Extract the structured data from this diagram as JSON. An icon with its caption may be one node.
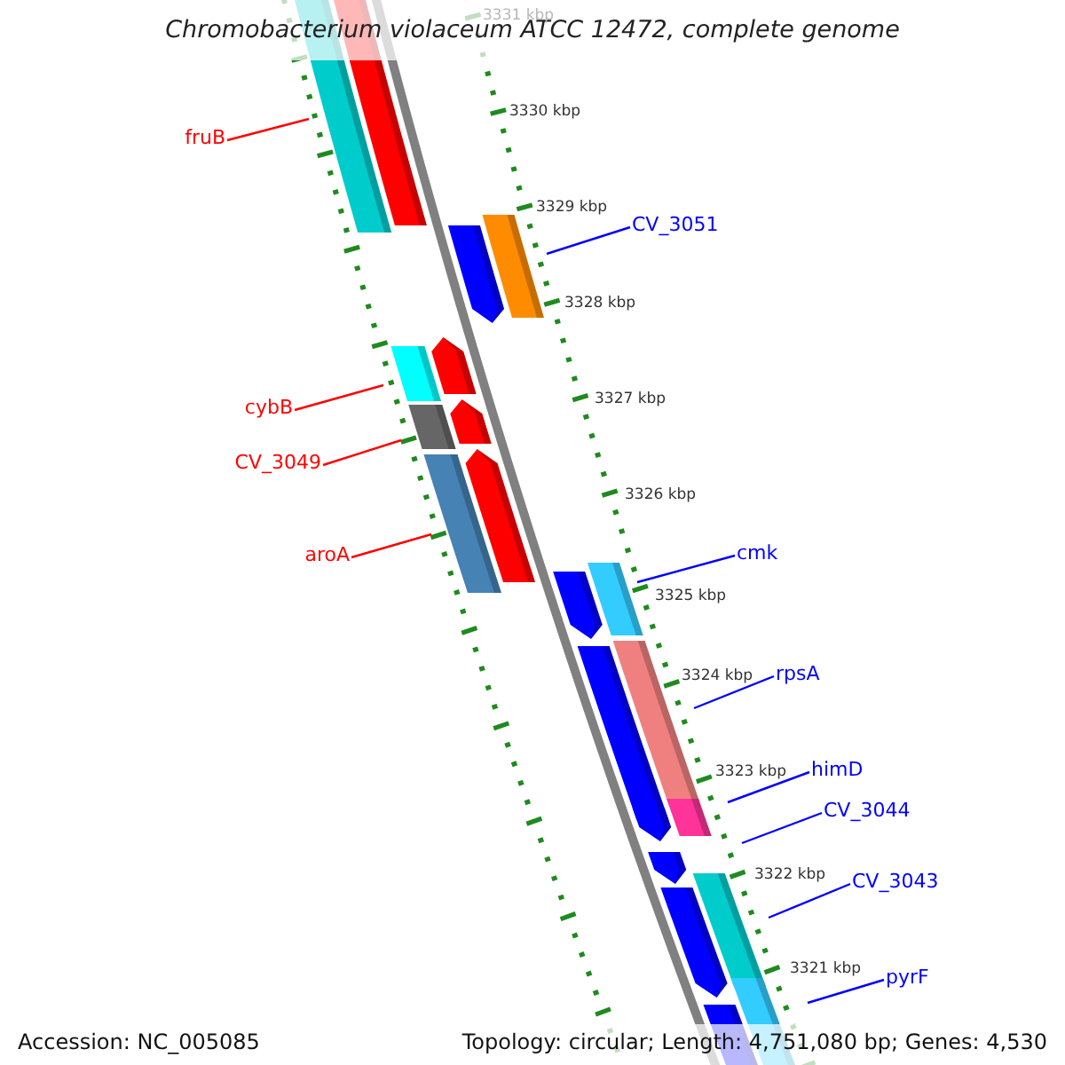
{
  "diagram": {
    "title": "Chromobacterium violaceum ATCC 12472, complete genome",
    "nodes": [
      {
        "text": [
          "fruB"
        ]
      },
      {
        "text": [
          "CV_3051"
        ]
      },
      {
        "text": [
          "cybB"
        ]
      },
      {
        "text": [
          "CV_3049"
        ]
      },
      {
        "text": [
          "cmk"
        ]
      },
      {
        "text": [
          "aroA"
        ]
      },
      {
        "text": [
          "rpsA"
        ]
      },
      {
        "text": [
          "himD"
        ]
      },
      {
        "text": [
          "CV_3044"
        ]
      },
      {
        "text": [
          "CV_3043"
        ]
      },
      {
        "text": [
          "pyrF"
        ]
      }
    ],
    "edges": [
      {
        "from": 0,
        "to": null,
        "arrow": "none",
        "color": "#ff0000"
      },
      {
        "from": 1,
        "to": null,
        "arrow": "none"
      },
      {
        "from": 2,
        "to": null,
        "arrow": "none",
        "color": "#ff0000"
      },
      {
        "from": 3,
        "to": null,
        "arrow": "none",
        "color": "#ff0000"
      },
      {
        "from": 4,
        "to": null,
        "arrow": "none"
      },
      {
        "from": 5,
        "to": null,
        "arrow": "none",
        "color": "#ff0000"
      },
      {
        "from": 6,
        "to": null,
        "arrow": "none"
      },
      {
        "from": 7,
        "to": null,
        "arrow": "none"
      },
      {
        "from": 8,
        "to": null,
        "arrow": "none"
      },
      {
        "from": 9,
        "to": null,
        "arrow": "none"
      },
      {
        "from": 10,
        "to": null,
        "arrow": "none"
      }
    ],
    "labels": [
      "3331 kbp",
      "3330 kbp",
      "3329 kbp",
      "3328 kbp",
      "3327 kbp",
      "3326 kbp",
      "3325 kbp",
      "3324 kbp",
      "3323 kbp",
      "3322 kbp",
      "3321 kbp",
      "Accession: NC_005085",
      "Topology: circular; Length: 4,751,080 bp; Genes: 4,530"
    ]
  }
}
